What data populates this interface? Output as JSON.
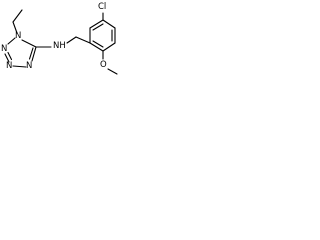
{
  "molecule": {
    "atoms": {
      "nh": "NH",
      "cl": "Cl",
      "o": "O",
      "ring_n1": "N",
      "ring_n2": "N",
      "ring_n3": "N",
      "ring_n4": "N"
    }
  }
}
